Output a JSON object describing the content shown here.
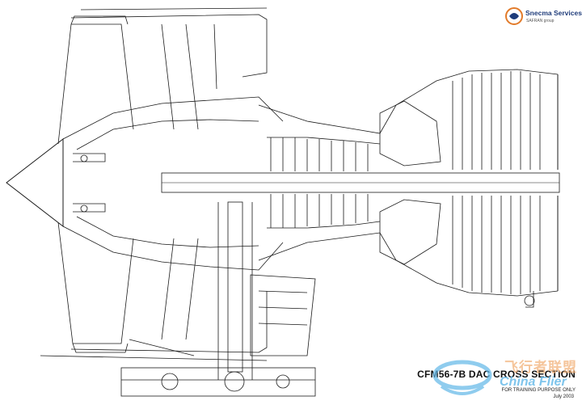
{
  "logo": {
    "brand": "Snecma Services",
    "group": "SAFRAN group",
    "color": "#1f3c7a",
    "accent": "#e27b2a"
  },
  "title_block": {
    "title": "CFM56-7B DAC CROSS SECTION",
    "note": "FOR TRAINING PURPOSE ONLY",
    "date": "July 2003"
  },
  "watermark": {
    "cn": "飞行者联盟",
    "en": "China Flier",
    "colors": {
      "cn": "#f2b27a",
      "en": "#60b7e8"
    }
  },
  "drawing": {
    "line_color": "#1a1a1a",
    "background": "#ffffff"
  }
}
